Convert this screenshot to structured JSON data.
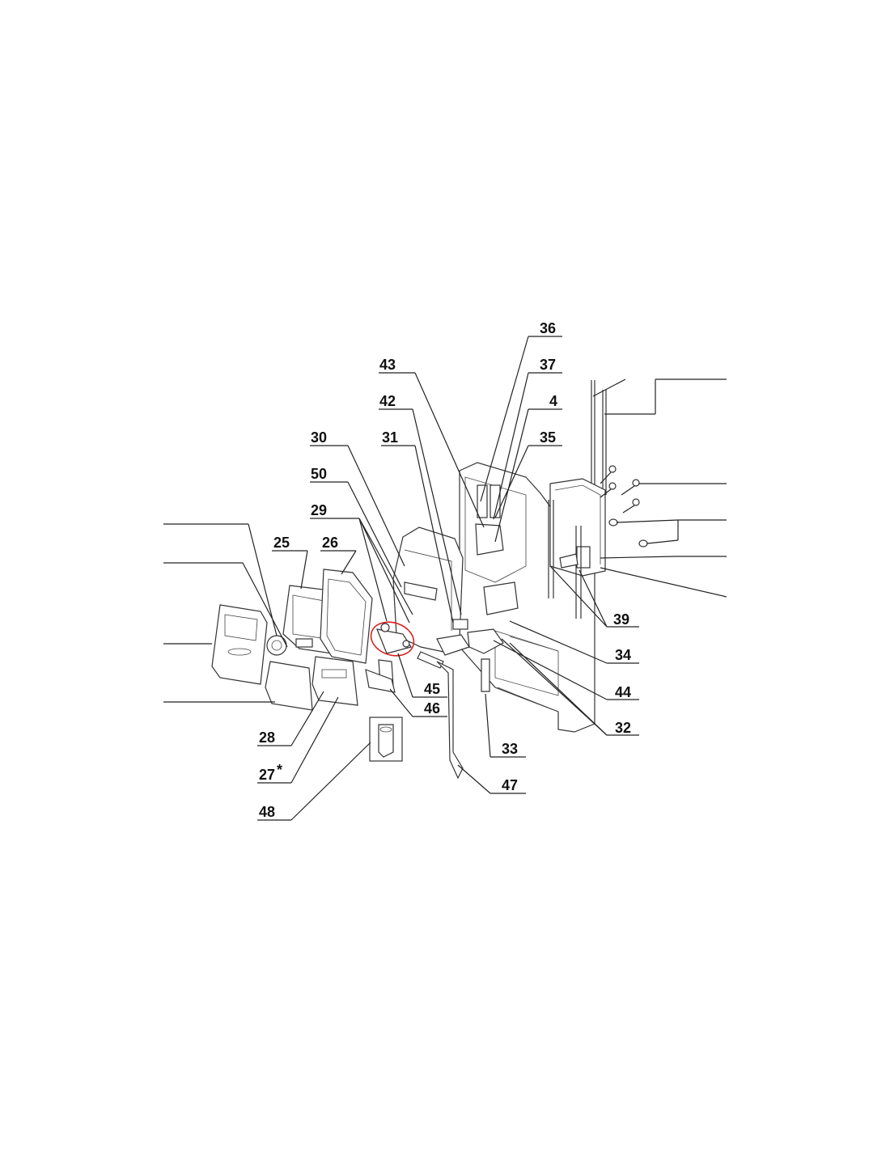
{
  "labels": {
    "l36": "36",
    "l43": "43",
    "l37": "37",
    "l42": "42",
    "l4": "4",
    "l30": "30",
    "l31": "31",
    "l35": "35",
    "l50": "50",
    "l29": "29",
    "l25": "25",
    "l26": "26",
    "l39": "39",
    "l34": "34",
    "l44": "44",
    "l45": "45",
    "l46": "46",
    "l32": "32",
    "l28": "28",
    "l33": "33",
    "l27": "27",
    "l27_mark": "*",
    "l47": "47",
    "l48": "48"
  },
  "colors": {
    "line": "#222222",
    "highlight": "#d62020",
    "background": "#ffffff"
  },
  "highlighted_part": "45"
}
